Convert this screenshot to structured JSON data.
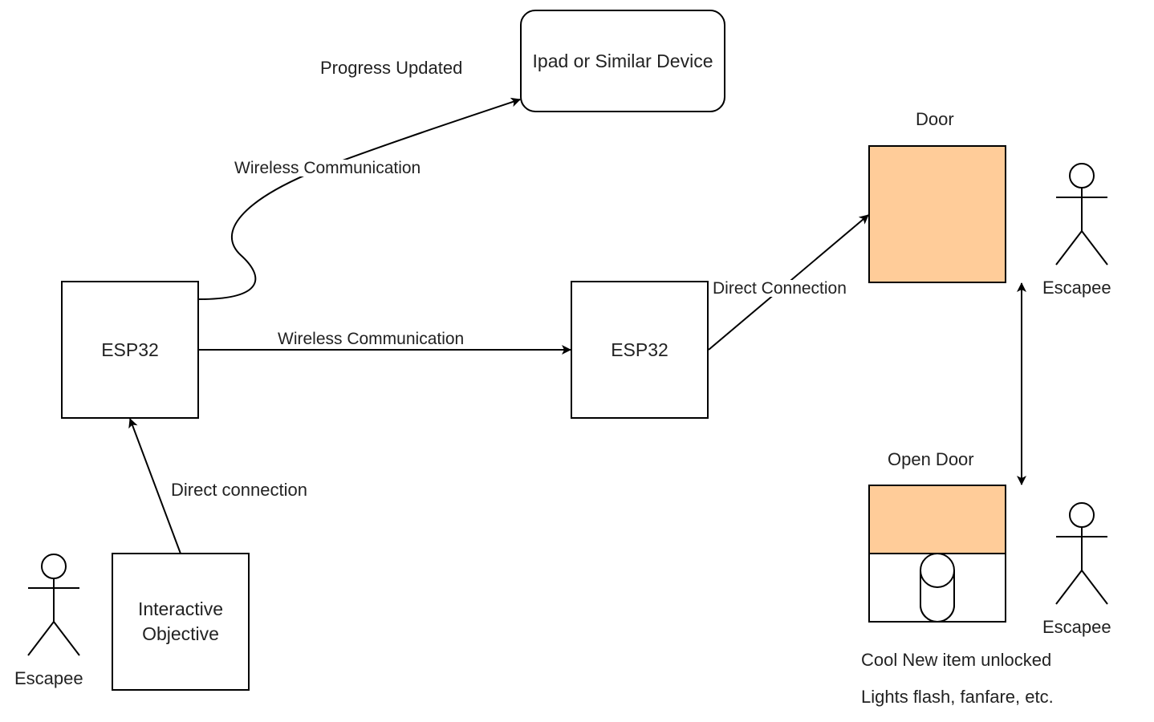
{
  "colors": {
    "stroke": "#000000",
    "door_fill": "#ffcc99",
    "text": "#222222",
    "background": "#ffffff"
  },
  "nodes": {
    "ipad": {
      "label": "Ipad or Similar Device"
    },
    "esp32_left": {
      "label": "ESP32"
    },
    "esp32_right": {
      "label": "ESP32"
    },
    "interactive_objective": {
      "label": "Interactive Objective"
    },
    "door": {
      "label": "Door"
    },
    "open_door": {
      "label": "Open Door"
    },
    "escapee_bottom_left": {
      "label": "Escapee",
      "icon": "stick-figure-icon"
    },
    "escapee_door": {
      "label": "Escapee",
      "icon": "stick-figure-icon"
    },
    "escapee_open_door": {
      "label": "Escapee",
      "icon": "stick-figure-icon"
    }
  },
  "edges": {
    "progress_updated": {
      "label": "Progress Updated"
    },
    "wireless_to_ipad": {
      "label": "Wireless Communication"
    },
    "wireless_esp_to_esp": {
      "label": "Wireless Communication"
    },
    "direct_to_door": {
      "label": "Direct Connection"
    },
    "direct_from_objective": {
      "label": "Direct connection"
    },
    "door_state_toggle": {
      "label": "",
      "bidirectional": true
    }
  },
  "notes": {
    "item_unlocked": "Cool New item unlocked",
    "effects": "Lights flash, fanfare, etc."
  }
}
